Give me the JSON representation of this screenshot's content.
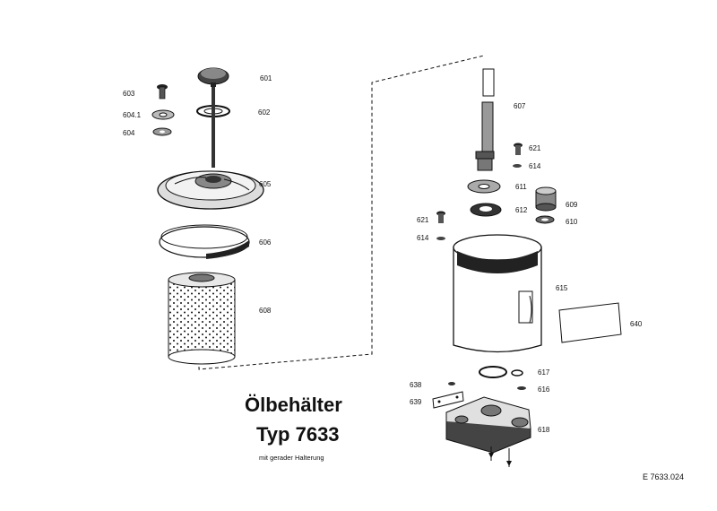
{
  "title": {
    "line1": "Ölbehälter",
    "line2": "Typ 7633",
    "subtitle": "mit gerader Halterung"
  },
  "drawing_number": "E 7633.024",
  "part_labels": {
    "p601": "601",
    "p602": "602",
    "p603": "603",
    "p604_1": "604.1",
    "p604": "604",
    "p605": "605",
    "p606": "606",
    "p608": "608",
    "p607": "607",
    "p621_top": "621",
    "p614_top": "614",
    "p611": "611",
    "p612": "612",
    "p609": "609",
    "p610": "610",
    "p621_left": "621",
    "p614_left": "614",
    "p615": "615",
    "p640": "640",
    "p617": "617",
    "p616": "616",
    "p638": "638",
    "p639": "639",
    "p618": "618"
  }
}
